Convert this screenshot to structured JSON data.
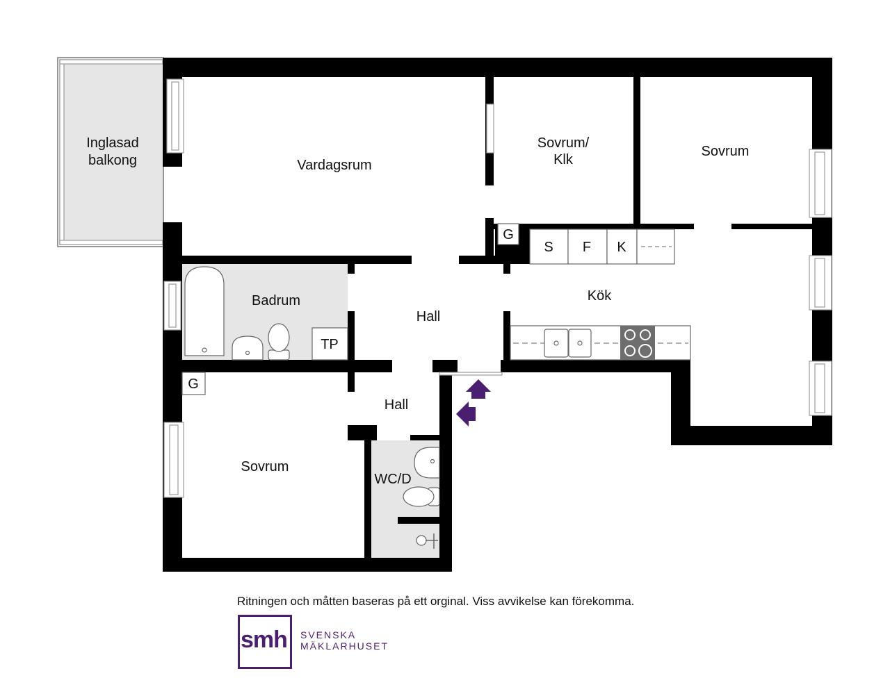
{
  "rooms": {
    "balcony_line1": "Inglasad",
    "balcony_line2": "balkong",
    "living": "Vardagsrum",
    "bedroom_study_line1": "Sovrum/",
    "bedroom_study_line2": "Klk",
    "bedroom_east": "Sovrum",
    "bathroom": "Badrum",
    "hall_main": "Hall",
    "hall_lower": "Hall",
    "kitchen": "Kök",
    "bedroom_west": "Sovrum",
    "wc": "WC/D"
  },
  "fixtures": {
    "wardrobe_g1": "G",
    "wardrobe_g2": "G",
    "tp": "TP",
    "freezer_s": "S",
    "fridge_f": "F",
    "cooler_k": "K"
  },
  "footer": {
    "disclaimer": "Ritningen och måtten baseras på ett orginal. Viss avvikelse kan förekomma.",
    "logo": "smh",
    "brand_line1": "SVENSKA",
    "brand_line2": "MÄKLARHUSET"
  },
  "colors": {
    "wall": "#000000",
    "wet_room": "#e6e6e6",
    "brand": "#4b1f6f"
  }
}
